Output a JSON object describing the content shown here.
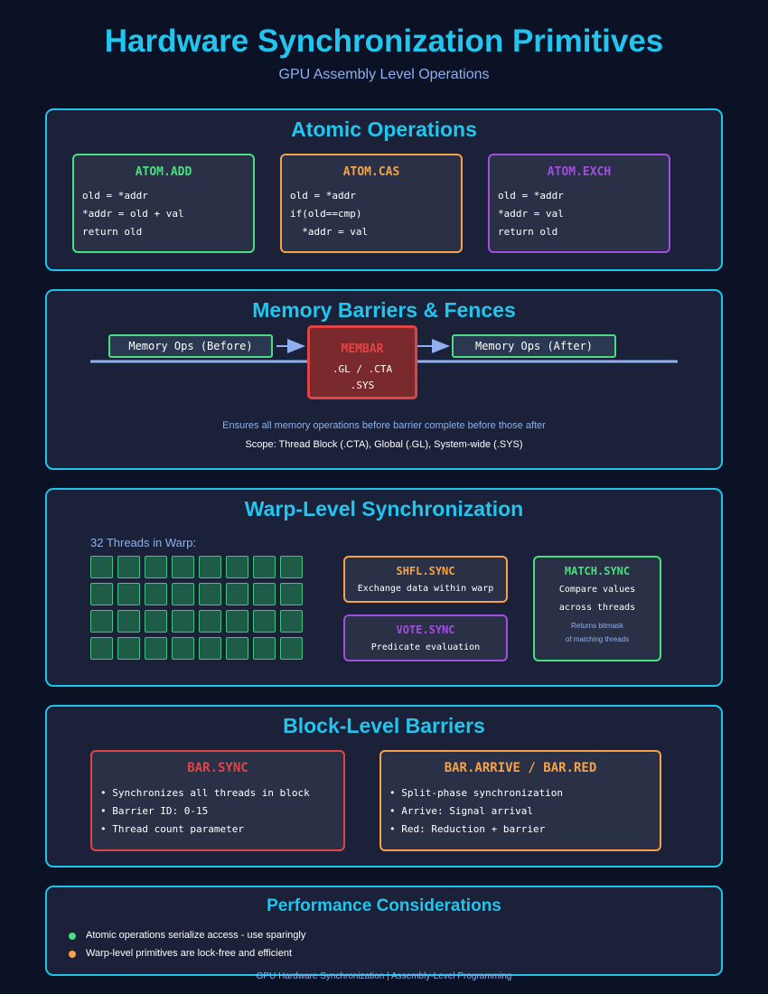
{
  "header": {
    "title": "Hardware Synchronization Primitives",
    "subtitle": "GPU Assembly Level Operations"
  },
  "atomic": {
    "title": "Atomic Operations",
    "cards": [
      {
        "name": "ATOM.ADD",
        "lines": [
          "old = *addr",
          "*addr = old + val",
          "return old"
        ]
      },
      {
        "name": "ATOM.CAS",
        "lines": [
          "old = *addr",
          "if(old==cmp)",
          "  *addr = val"
        ]
      },
      {
        "name": "ATOM.EXCH",
        "lines": [
          "old = *addr",
          "*addr = val",
          "return old"
        ]
      }
    ]
  },
  "barriers": {
    "title": "Memory Barriers & Fences",
    "before_label": "Memory Ops (Before)",
    "after_label": "Memory Ops (After)",
    "membar": {
      "name": "MEMBAR",
      "line1": ".GL / .CTA",
      "line2": ".SYS"
    },
    "note": "Ensures all memory operations before barrier complete before those after",
    "scope": "Scope: Thread Block (.CTA), Global (.GL), System-wide (.SYS)"
  },
  "warp": {
    "title": "Warp-Level Synchronization",
    "threads_label": "32 Threads in Warp:",
    "thread_count": 32,
    "shfl": {
      "name": "SHFL.SYNC",
      "desc": "Exchange data within warp"
    },
    "vote": {
      "name": "VOTE.SYNC",
      "desc": "Predicate evaluation"
    },
    "match": {
      "name": "MATCH.SYNC",
      "line1": "Compare values",
      "line2": "across threads",
      "note1": "Returns bitmask",
      "note2": "of matching threads"
    }
  },
  "block": {
    "title": "Block-Level Barriers",
    "bar_sync": {
      "name": "BAR.SYNC",
      "items": [
        "• Synchronizes all threads in block",
        "• Barrier ID: 0-15",
        "• Thread count parameter"
      ]
    },
    "bar_arrive": {
      "name": "BAR.ARRIVE / BAR.RED",
      "items": [
        "• Split-phase synchronization",
        "• Arrive: Signal arrival",
        "• Red: Reduction + barrier"
      ]
    }
  },
  "performance": {
    "title": "Performance Considerations",
    "items": [
      {
        "text": "Atomic operations serialize access - use sparingly",
        "color": "#4ade80"
      },
      {
        "text": "Warp-level primitives are lock-free and efficient",
        "color": "#f5a24b"
      }
    ]
  },
  "footer": "GPU Hardware Synchronization | Assembly-Level Programming",
  "colors": {
    "accent": "#22c5ee",
    "green": "#4ade80",
    "orange": "#f5a24b",
    "purple": "#a24ee0",
    "red": "#e04545",
    "background": "#0b1226"
  }
}
